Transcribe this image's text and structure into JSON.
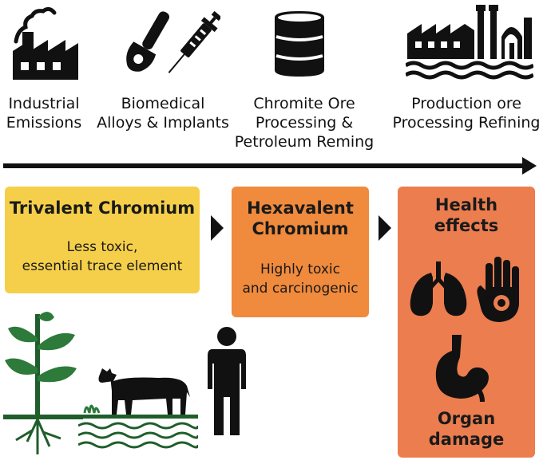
{
  "sources": [
    {
      "line1": "Industrial",
      "line2": "Emissions",
      "icon": "factory-icon"
    },
    {
      "line1": "Biomedical",
      "line2": "Alloys & Implants",
      "icon": "implant-syringe-icon"
    },
    {
      "line1": "Chromite Ore",
      "line2": "Processing &",
      "line3": "Petroleum Reming",
      "icon": "barrel-icon"
    },
    {
      "line1": "Production ore",
      "line2": "Processing Refining",
      "icon": "refinery-icon"
    }
  ],
  "trivalent": {
    "title": "Trivalent Chromium",
    "desc1": "Less toxic,",
    "desc2": "essential trace element"
  },
  "hexavalent": {
    "title1": "Hexavalent",
    "title2": "Chromium",
    "desc1": "Highly toxic",
    "desc2": "and carcinogenic"
  },
  "health": {
    "title1": "Health",
    "title2": "effects",
    "footer1": "Organ",
    "footer2": "damage"
  },
  "colors": {
    "trivalent": "#f5cf4a",
    "hexavalent": "#f08a3c",
    "health": "#ec7d4e",
    "ink": "#111111"
  }
}
